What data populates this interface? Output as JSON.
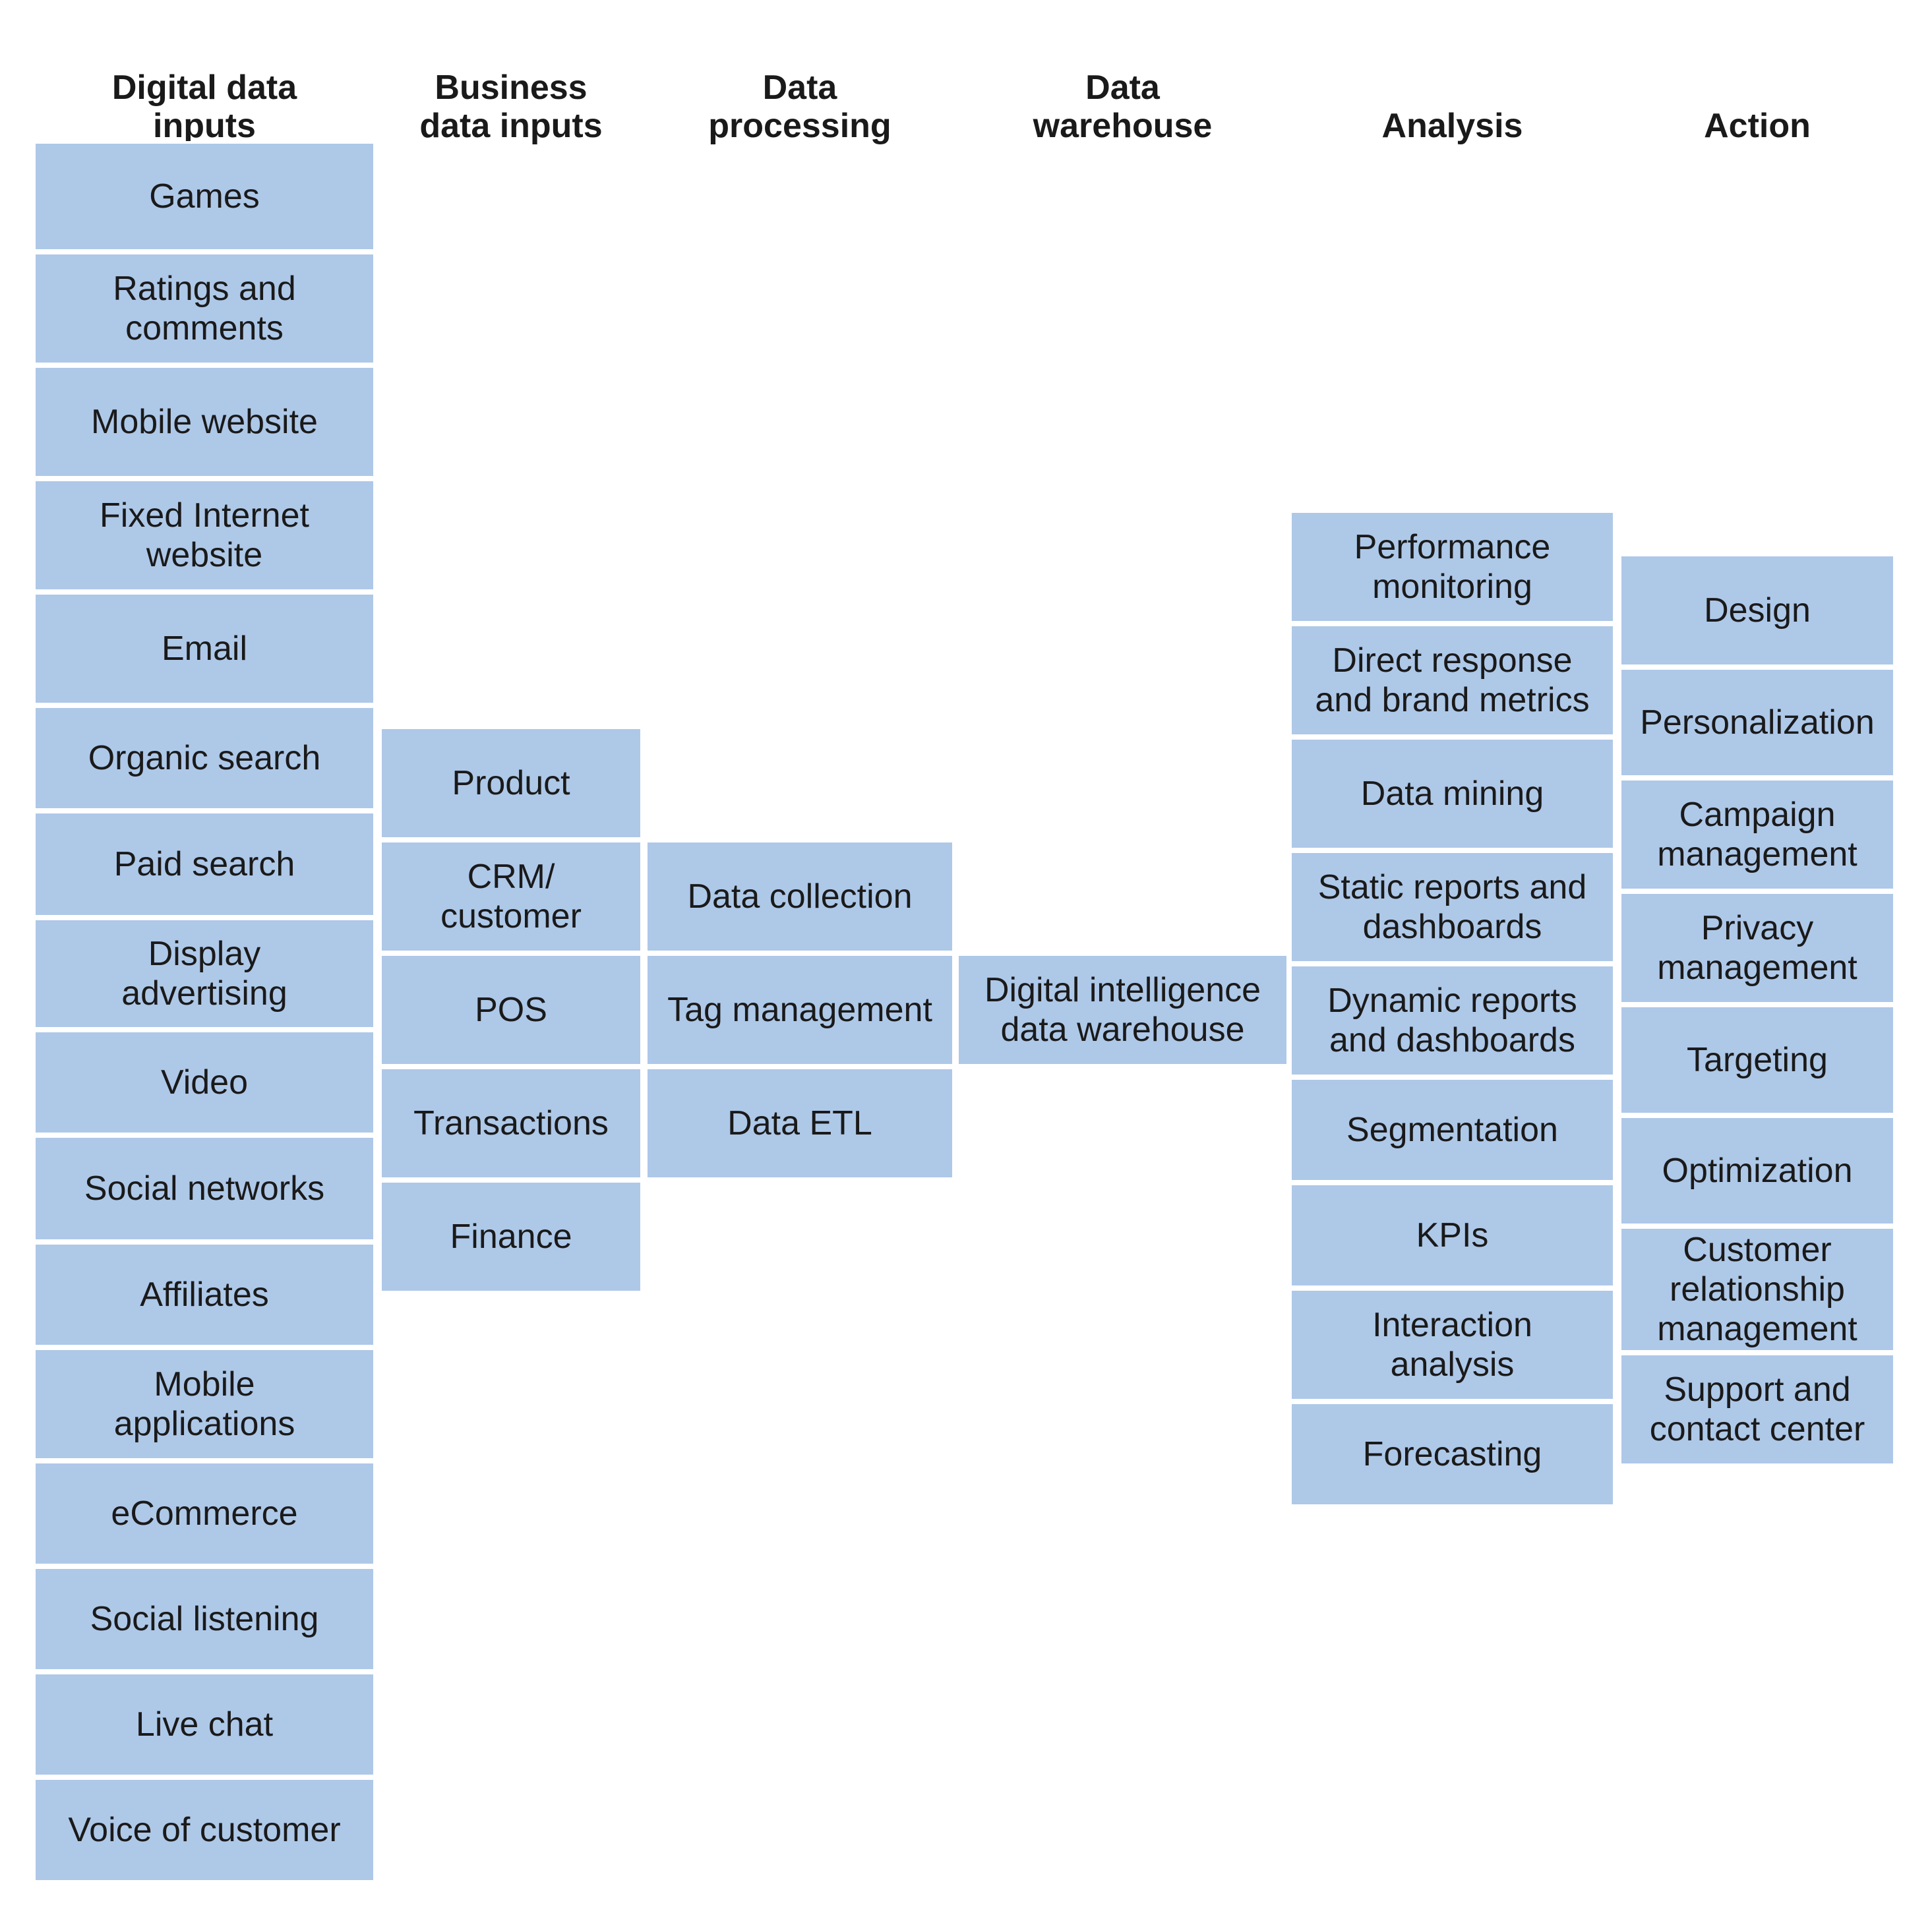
{
  "columns": [
    {
      "id": "digital",
      "header": "Digital data\ninputs",
      "items": [
        "Games",
        "Ratings and\ncomments",
        "Mobile website",
        "Fixed Internet\nwebsite",
        "Email",
        "Organic search",
        "Paid search",
        "Display\nadvertising",
        "Video",
        "Social networks",
        "Affiliates",
        "Mobile\napplications",
        "eCommerce",
        "Social listening",
        "Live chat",
        "Voice of customer"
      ]
    },
    {
      "id": "business",
      "header": "Business\ndata inputs",
      "items": [
        "Product",
        "CRM/\ncustomer",
        "POS",
        "Transactions",
        "Finance"
      ]
    },
    {
      "id": "processing",
      "header": "Data\nprocessing",
      "items": [
        "Data collection",
        "Tag management",
        "Data ETL"
      ]
    },
    {
      "id": "warehouse",
      "header": "Data\nwarehouse",
      "items": [
        "Digital intelligence\ndata warehouse"
      ]
    },
    {
      "id": "analysis",
      "header": "Analysis",
      "items": [
        "Performance\nmonitoring",
        "Direct response\nand brand metrics",
        "Data mining",
        "Static reports and\ndashboards",
        "Dynamic reports\nand dashboards",
        "Segmentation",
        "KPIs",
        "Interaction\nanalysis",
        "Forecasting"
      ]
    },
    {
      "id": "action",
      "header": "Action",
      "items": [
        "Design",
        "Personalization",
        "Campaign\nmanagement",
        "Privacy\nmanagement",
        "Targeting",
        "Optimization",
        "Customer\nrelationship\nmanagement",
        "Support and\ncontact center"
      ]
    }
  ],
  "colors": {
    "box_fill": "#aec8e8",
    "box_border": "#ffffff",
    "text": "#1a1a1a",
    "background": "#ffffff"
  }
}
